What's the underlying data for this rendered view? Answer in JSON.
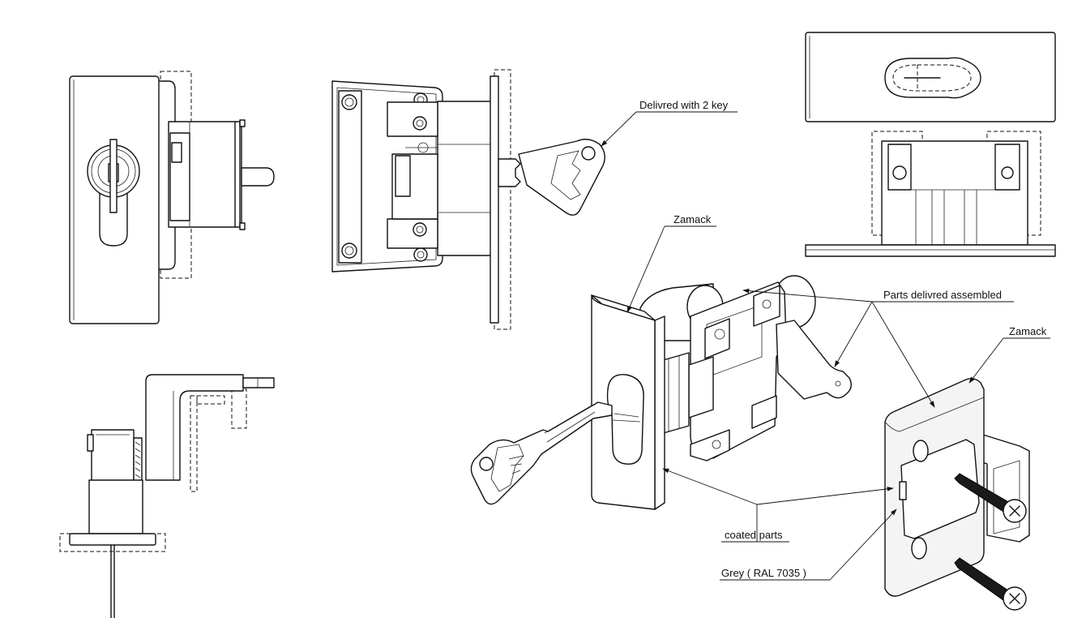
{
  "annotations": {
    "delivered_keys": "Delivred with 2 key",
    "zamack_left": "Zamack",
    "parts_assembled": "Parts delivred assembled",
    "zamack_right": "Zamack",
    "coated_parts": "coated parts",
    "grey_ral": "Grey ( RAL 7035 )"
  }
}
